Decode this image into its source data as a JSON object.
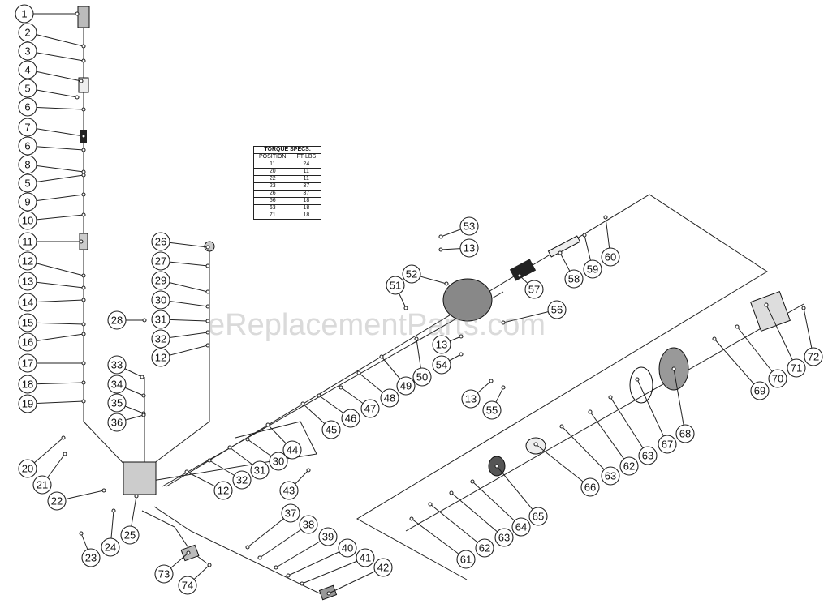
{
  "torque_table": {
    "title": "TORQUE SPECS.",
    "headers": [
      "POSITION",
      "FT-LBS"
    ],
    "rows": [
      [
        "11",
        "24"
      ],
      [
        "20",
        "11"
      ],
      [
        "22",
        "11"
      ],
      [
        "23",
        "37"
      ],
      [
        "26",
        "37"
      ],
      [
        "56",
        "18"
      ],
      [
        "63",
        "18"
      ],
      [
        "71",
        "18"
      ]
    ]
  },
  "watermark": "eReplacementParts.com",
  "callouts": [
    "1",
    "2",
    "3",
    "4",
    "5",
    "6",
    "7",
    "6",
    "8",
    "5",
    "9",
    "10",
    "11",
    "12",
    "13",
    "14",
    "15",
    "16",
    "17",
    "18",
    "19",
    "20",
    "21",
    "22",
    "23",
    "24",
    "25",
    "26",
    "27",
    "28",
    "29",
    "30",
    "31",
    "32",
    "12",
    "33",
    "34",
    "35",
    "36",
    "37",
    "38",
    "39",
    "40",
    "41",
    "42",
    "73",
    "74",
    "12",
    "32",
    "31",
    "30",
    "44",
    "43",
    "45",
    "46",
    "47",
    "48",
    "49",
    "50",
    "13",
    "54",
    "13",
    "55",
    "51",
    "52",
    "53",
    "13",
    "56",
    "57",
    "58",
    "59",
    "60",
    "61",
    "62",
    "63",
    "64",
    "65",
    "66",
    "63",
    "62",
    "63",
    "67",
    "68",
    "69",
    "70",
    "71",
    "72"
  ]
}
